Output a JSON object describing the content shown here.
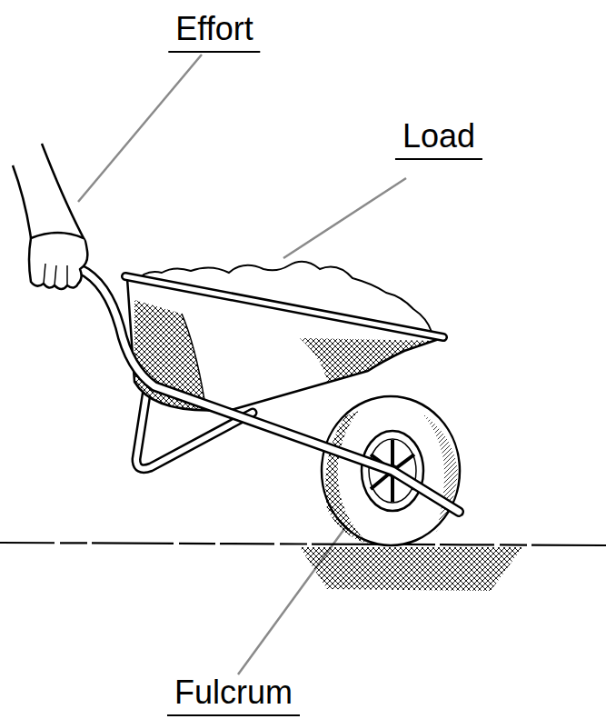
{
  "diagram": {
    "labels": [
      "Effort",
      "Load",
      "Fulcrum"
    ]
  }
}
